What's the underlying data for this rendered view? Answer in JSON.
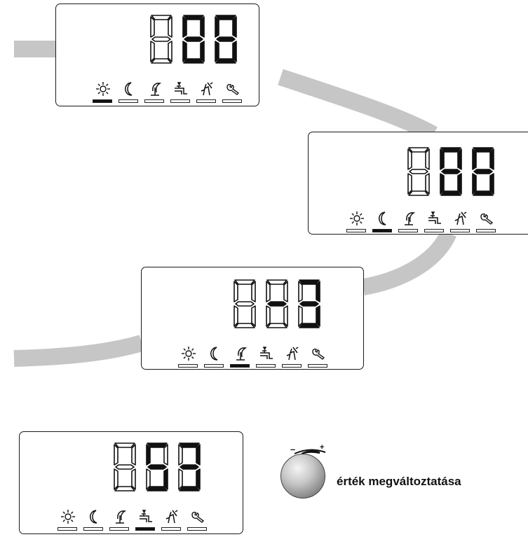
{
  "panels": [
    {
      "id": "panel-1",
      "digits": [
        "8",
        "8",
        "8"
      ],
      "lit": [
        false,
        true,
        true
      ],
      "active_mode": "sun-icon"
    },
    {
      "id": "panel-2",
      "digits": [
        "8",
        "8",
        "8"
      ],
      "lit": [
        false,
        true,
        true
      ],
      "active_mode": "moon-icon"
    },
    {
      "id": "panel-3",
      "digits": [
        "8",
        "-",
        "3"
      ],
      "lit": [
        false,
        true,
        true
      ],
      "active_mode": "radiator-curve-icon"
    },
    {
      "id": "panel-4",
      "digits": [
        "8",
        "5",
        "3"
      ],
      "lit": [
        false,
        true,
        true
      ],
      "active_mode": "hot-water-tap-icon"
    }
  ],
  "mode_icons": [
    "sun-icon",
    "moon-icon",
    "radiator-curve-icon",
    "hot-water-tap-icon",
    "chimney-sweep-icon",
    "wrench-icon"
  ],
  "knob": {
    "minus_label": "–",
    "plus_label": "+",
    "caption": "érték megváltoztatása"
  },
  "colors": {
    "segment_lit": "#111111",
    "segment_unlit": "#ffffff",
    "connector": "#c6c6c6"
  }
}
